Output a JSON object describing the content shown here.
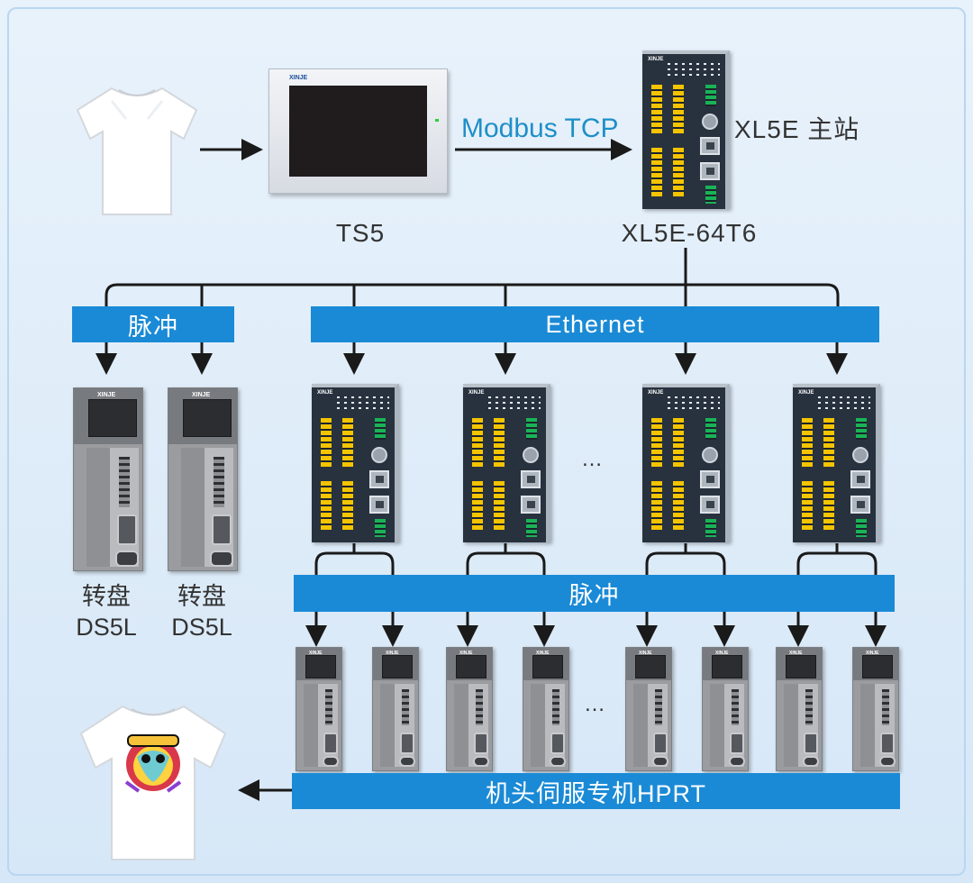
{
  "labels": {
    "hmi": "TS5",
    "plc_master_model": "XL5E-64T6",
    "plc_master_role": "XL5E 主站",
    "protocol": "Modbus TCP",
    "turntable_drive_a_line1": "转盘",
    "turntable_drive_a_line2": "DS5L",
    "turntable_drive_b_line1": "转盘",
    "turntable_drive_b_line2": "DS5L",
    "ellipsis_plc": "…",
    "ellipsis_drives": "…"
  },
  "bars": {
    "pulse_left": "脉冲",
    "ethernet": "Ethernet",
    "pulse_bottom": "脉冲",
    "hprt": "机头伺服专机HPRT"
  },
  "device_brand": "XINJE",
  "colors": {
    "accent": "#1a8ad6",
    "protocol_text": "#1e8fc8",
    "wire": "#1a1a1a",
    "plc_body": "#28323f",
    "terminal_yellow": "#f5c400",
    "terminal_green": "#19b356",
    "drive_body": "#9a9c9f"
  },
  "icons": {
    "input_product": "plain-tshirt-icon",
    "output_product": "printed-tshirt-icon",
    "hmi": "touchscreen-hmi-icon",
    "plc": "plc-controller-icon",
    "drive": "servo-drive-icon"
  }
}
